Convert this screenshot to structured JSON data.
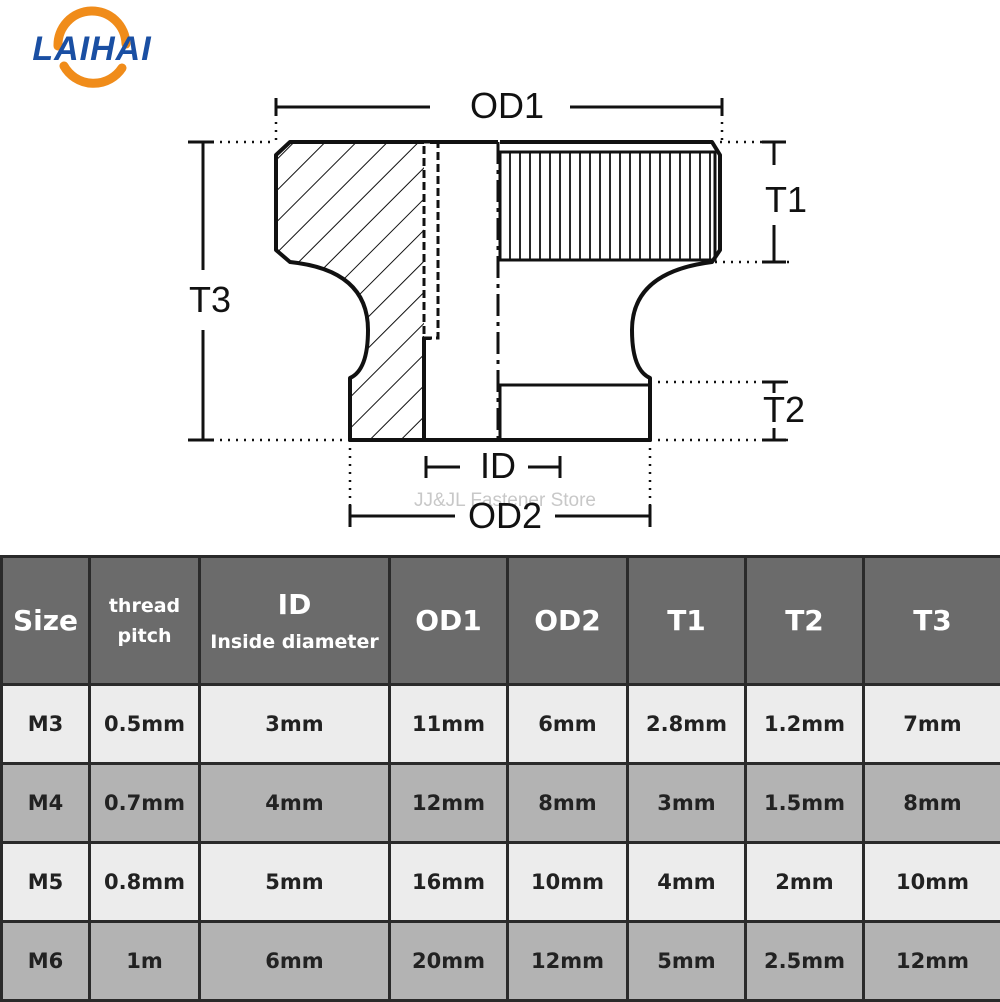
{
  "brand": {
    "name": "LAIHAI"
  },
  "drawing": {
    "labels": {
      "od1": "OD1",
      "t1": "T1",
      "t3": "T3",
      "t2": "T2",
      "id": "ID",
      "od2": "OD2"
    },
    "watermark": "JJ&JL Fastener Store"
  },
  "table": {
    "headers": {
      "size": "Size",
      "pitch_line1": "thread",
      "pitch_line2": "pitch",
      "id_main": "ID",
      "id_sub": "Inside diameter",
      "od1": "OD1",
      "od2": "OD2",
      "t1": "T1",
      "t2": "T2",
      "t3": "T3"
    },
    "rows": [
      {
        "size": "M3",
        "pitch": "0.5mm",
        "id": "3mm",
        "od1": "11mm",
        "od2": "6mm",
        "t1": "2.8mm",
        "t2": "1.2mm",
        "t3": "7mm"
      },
      {
        "size": "M4",
        "pitch": "0.7mm",
        "id": "4mm",
        "od1": "12mm",
        "od2": "8mm",
        "t1": "3mm",
        "t2": "1.5mm",
        "t3": "8mm"
      },
      {
        "size": "M5",
        "pitch": "0.8mm",
        "id": "5mm",
        "od1": "16mm",
        "od2": "10mm",
        "t1": "4mm",
        "t2": "2mm",
        "t3": "10mm"
      },
      {
        "size": "M6",
        "pitch": "1m",
        "id": "6mm",
        "od1": "20mm",
        "od2": "12mm",
        "t1": "5mm",
        "t2": "2.5mm",
        "t3": "12mm"
      }
    ]
  },
  "colors": {
    "header_bg": "#6b6b6b",
    "row_light": "#ececec",
    "row_dark": "#b3b3b3",
    "brand_blue": "#1a4fa3",
    "brand_orange": "#f08c1a"
  }
}
